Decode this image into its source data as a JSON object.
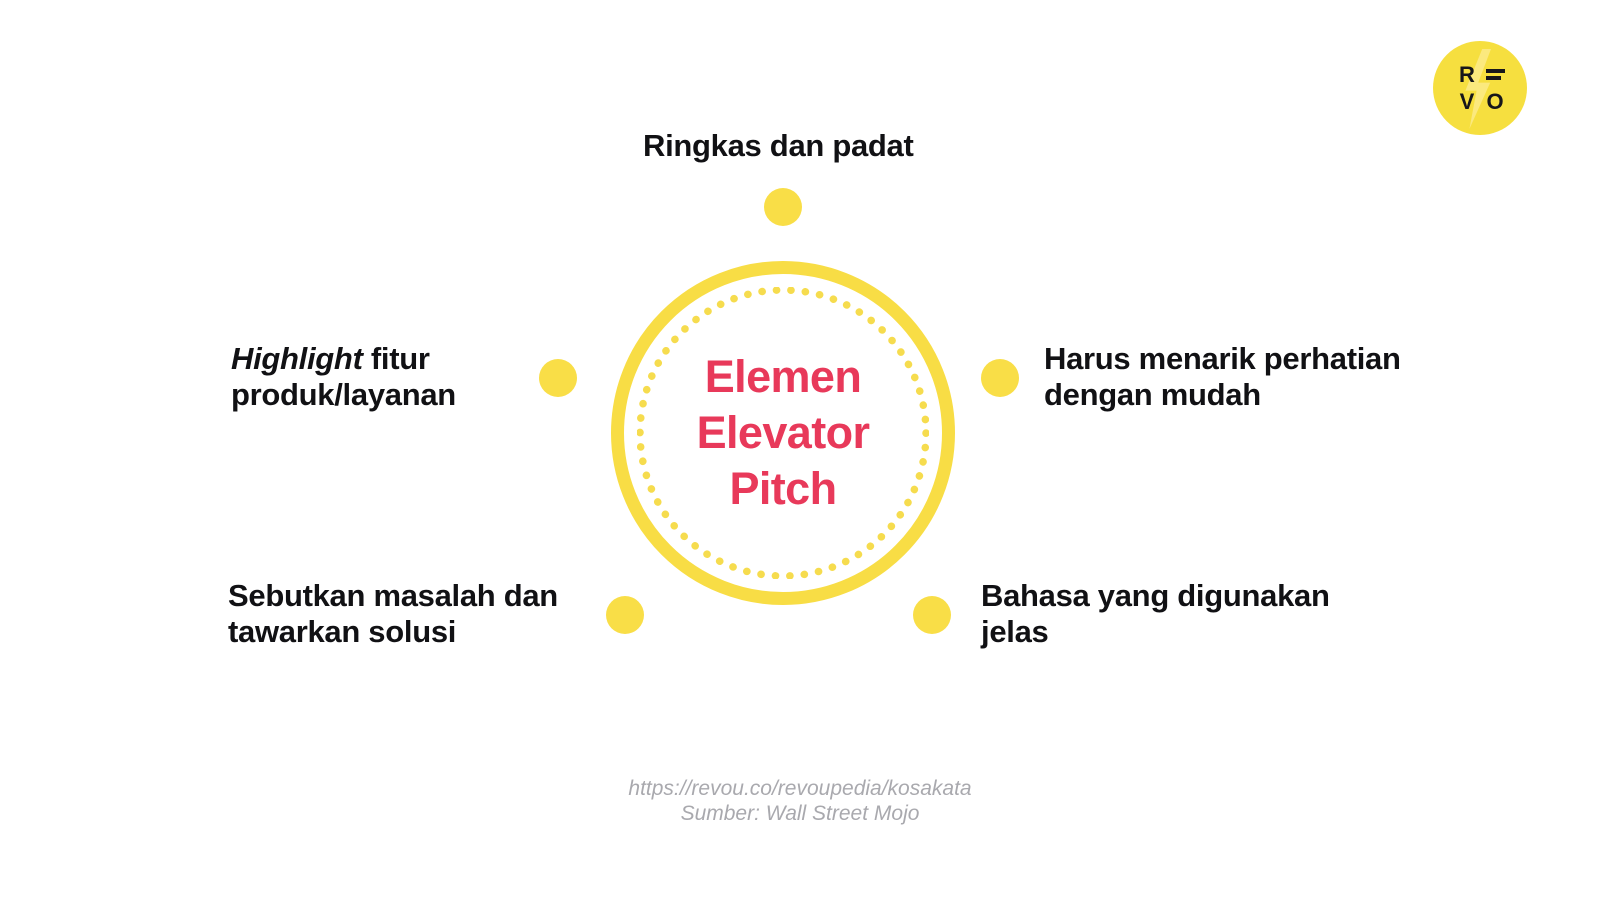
{
  "slide": {
    "background_color": "#FFFFFF",
    "center": {
      "lines": [
        "Elemen",
        "Elevator",
        "Pitch"
      ],
      "text_color": "#E8395A",
      "ring_color": "#F8DD45",
      "dotted_ring_color": "#F6DC4E"
    },
    "nodes": [
      {
        "id": "node-top",
        "position": "top",
        "label_plain": "Ringkas dan padat",
        "label_prefix_italic": "",
        "label_rest": "Ringkas dan padat",
        "dot_color": "#F9DE47"
      },
      {
        "id": "node-left-middle",
        "position": "left-middle",
        "label_plain": "Highlight fitur produk/layanan",
        "label_prefix_italic": "Highlight",
        "label_rest": " fitur produk/layanan",
        "dot_color": "#F9DE47"
      },
      {
        "id": "node-right-middle",
        "position": "right-middle",
        "label_plain": "Harus menarik perhatian dengan mudah",
        "label_prefix_italic": "",
        "label_rest": "Harus menarik perhatian dengan mudah",
        "dot_color": "#F9DE47"
      },
      {
        "id": "node-left-bottom",
        "position": "left-bottom",
        "label_plain": "Sebutkan masalah dan tawarkan solusi",
        "label_prefix_italic": "",
        "label_rest": "Sebutkan masalah dan tawarkan solusi",
        "dot_color": "#F9DE47"
      },
      {
        "id": "node-right-bottom",
        "position": "right-bottom",
        "label_plain": "Bahasa yang digunakan jelas",
        "label_prefix_italic": "",
        "label_rest": "Bahasa yang digunakan jelas",
        "dot_color": "#F9DE47"
      }
    ],
    "logo": {
      "name": "revou-logo",
      "glyph_top_left": "R",
      "glyph_top_right": "equals-bars-icon",
      "glyph_bottom_left": "V",
      "glyph_bottom_right": "O",
      "circle_color": "#F6DF3F",
      "bolt_color": "#FBE97E",
      "glyph_color": "#16161A"
    },
    "footer": {
      "url": "https://revou.co/revoupedia/kosakata",
      "source": "Sumber: Wall Street Mojo",
      "text_color": "#A9A9AE"
    }
  }
}
